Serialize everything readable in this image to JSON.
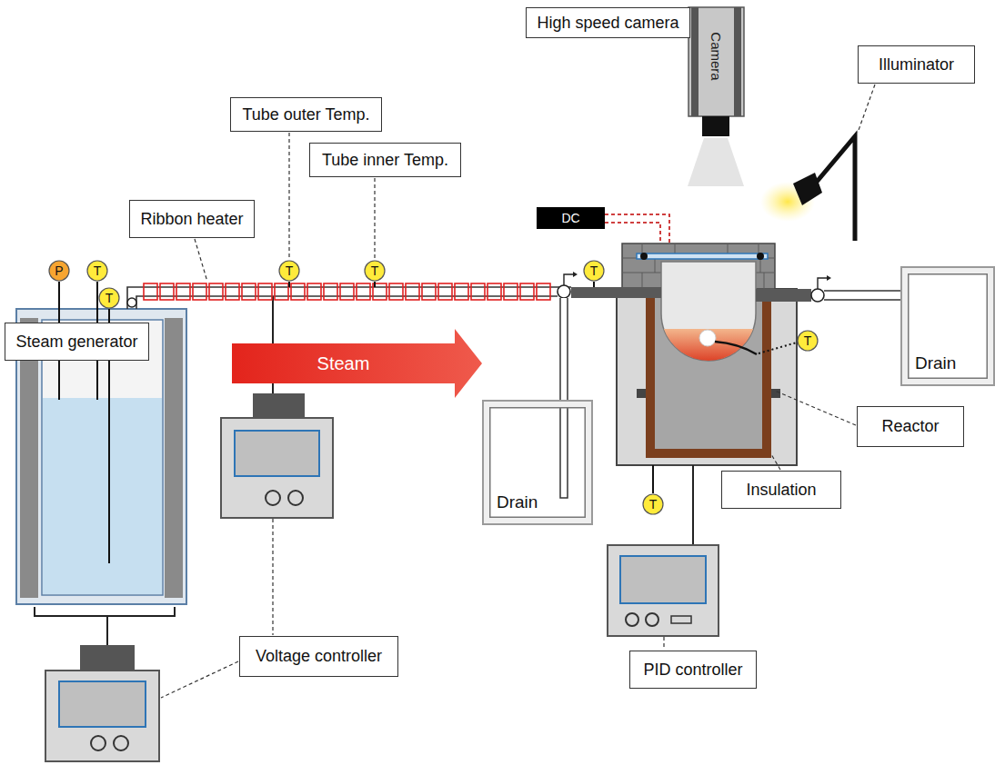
{
  "diagram": {
    "nodes": [
      {
        "text": [
          "High speed camera"
        ]
      },
      {
        "text": [
          "Illuminator"
        ]
      },
      {
        "text": [
          "Tube outer Temp."
        ]
      },
      {
        "text": [
          "Tube inner Temp."
        ]
      },
      {
        "text": [
          "Ribbon heater"
        ]
      },
      {
        "text": [
          "DC"
        ]
      },
      {
        "text": [
          "P"
        ]
      },
      {
        "text": [
          "T"
        ]
      },
      {
        "text": [
          "T"
        ]
      },
      {
        "text": [
          "T"
        ]
      },
      {
        "text": [
          "T"
        ]
      },
      {
        "text": [
          "T"
        ]
      },
      {
        "text": [
          "T"
        ]
      },
      {
        "text": [
          "Drain"
        ]
      },
      {
        "text": [
          "Steam"
        ]
      },
      {
        "text": [
          "Steam generator"
        ]
      },
      {
        "text": [
          "Drain"
        ]
      },
      {
        "text": [
          "Reactor"
        ]
      },
      {
        "text": [
          "Insulation"
        ]
      },
      {
        "text": [
          "T"
        ]
      },
      {
        "text": [
          "Voltage controller"
        ]
      },
      {
        "text": [
          "PID controller"
        ]
      }
    ],
    "labels": [
      "Camera"
    ]
  }
}
